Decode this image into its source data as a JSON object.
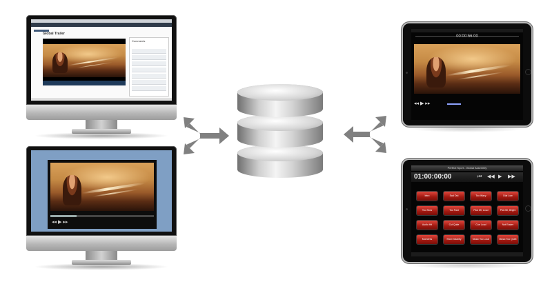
{
  "monitor_web": {
    "page_title": "Global Trailer",
    "panel_title": "Comments"
  },
  "ipad_player": {
    "timecode": "00:00:56:00",
    "controls": "◂◂  ▶  ▸▸"
  },
  "ipad_cues": {
    "title": "Perfect Sport - Global Assembly",
    "timecode": "01:00:00:00",
    "transport": [
      "⏮",
      "◀◀",
      "▶",
      "▶▶"
    ],
    "cues": [
      [
        "Intro",
        "Sad Out",
        "Too Wavy",
        "Dial Low"
      ],
      [
        "Too Slow",
        "Too Fast",
        "Pick MI, Loud",
        "Pick MI, Bright"
      ],
      [
        "Audio Hit",
        "Cut Quite",
        "Cue Loud",
        "Not Easier"
      ],
      [
        "Moments",
        "Shot Instantly",
        "Music Too Loud",
        "Music Too Quiet"
      ]
    ]
  },
  "colors": {
    "player_background": "#7f9fc4",
    "cue_button": "#a01810",
    "arrow": "#808080"
  }
}
